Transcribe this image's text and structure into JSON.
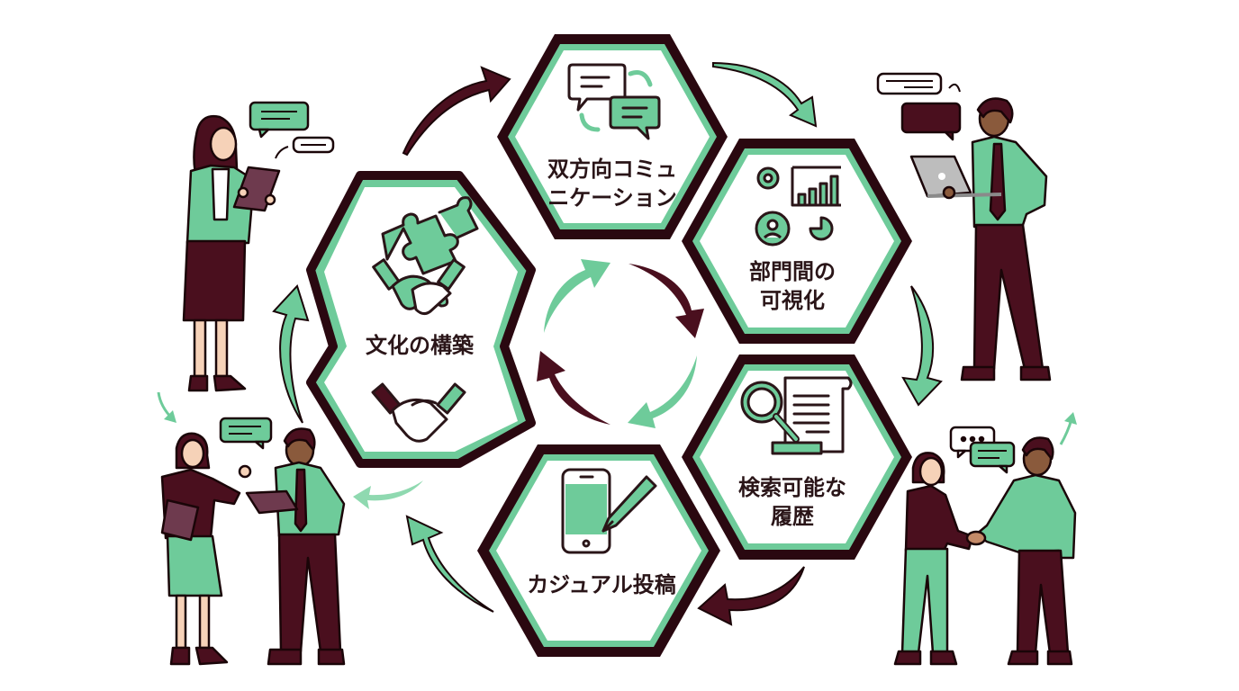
{
  "colors": {
    "maroon": "#4a0f1e",
    "maroon_dark": "#2a0810",
    "mint": "#6ecb9a",
    "mint_light": "#8fd9b0",
    "ink": "#2a1518",
    "skin_light": "#f6d2b8",
    "skin_dark": "#8a5a3c",
    "background": "#ffffff"
  },
  "hexagons": [
    {
      "id": "two-way-communication",
      "lines": [
        "双方向コミュ",
        "ニケーション"
      ],
      "icon": "chat-exchange-icon"
    },
    {
      "id": "cross-department-visibility",
      "lines": [
        "部門間の",
        "可視化"
      ],
      "icon": "gear-chart-icon"
    },
    {
      "id": "searchable-history",
      "lines": [
        "検索可能な",
        "履歴"
      ],
      "icon": "magnifier-document-icon"
    },
    {
      "id": "casual-posting",
      "lines": [
        "カジュアル投稿"
      ],
      "icon": "phone-pencil-icon"
    },
    {
      "id": "culture-building",
      "lines": [
        "文化の構築"
      ],
      "icon": "puzzle-handshake-icon"
    }
  ],
  "cycle": {
    "direction": "clockwise",
    "outer_arrows": [
      "maroon",
      "mint",
      "mint",
      "maroon",
      "mint",
      "mint"
    ],
    "inner_arrows": [
      "maroon",
      "mint",
      "maroon",
      "mint"
    ]
  },
  "people": [
    {
      "id": "woman-with-tablet",
      "position": "top-left"
    },
    {
      "id": "man-with-laptop",
      "position": "top-right"
    },
    {
      "id": "pair-talking",
      "position": "bottom-left"
    },
    {
      "id": "pair-handshake",
      "position": "bottom-right"
    }
  ]
}
